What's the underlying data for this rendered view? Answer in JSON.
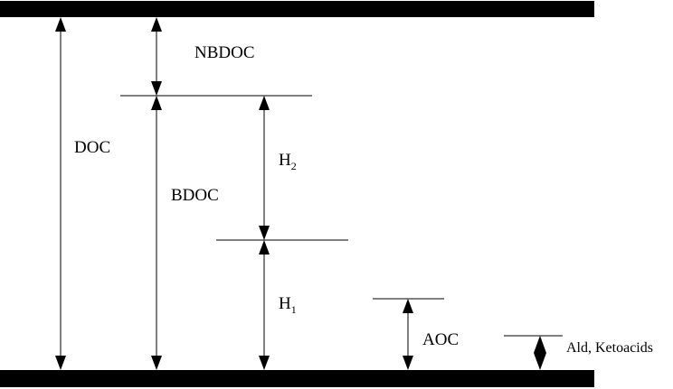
{
  "labels": {
    "nbdoc": "NBDOC",
    "doc": "DOC",
    "bdoc": "BDOC",
    "h2": "H",
    "h2_sub": "2",
    "h1": "H",
    "h1_sub": "1",
    "aoc": "AOC",
    "ald_ketoacids": "Ald, Ketoacids"
  },
  "colors": {
    "ink": "#000000",
    "background": "#ffffff"
  }
}
